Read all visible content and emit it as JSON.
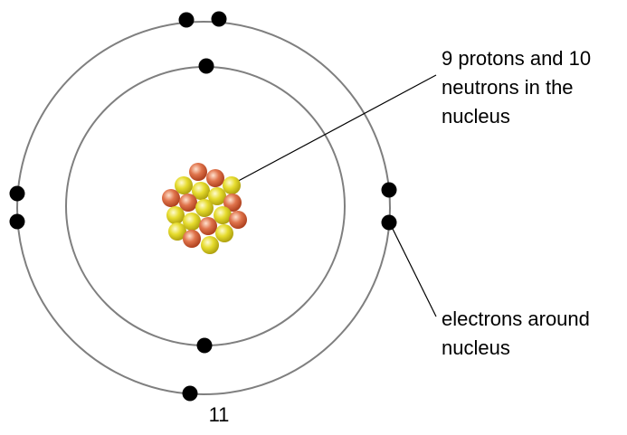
{
  "annotations": {
    "nucleus": [
      "9 protons and 10",
      "neutrons in the",
      "nucleus"
    ],
    "electrons": [
      "electrons around",
      "nucleus"
    ]
  },
  "page_number": "11",
  "atom": {
    "protons": 9,
    "neutrons": 10,
    "electron_shells": [
      2,
      7
    ]
  },
  "colors": {
    "orbit": "#7f7f7f",
    "electron": "#000000",
    "proton": "#e0744c",
    "neutron": "#e6dc2e",
    "pointer_line": "#000000"
  }
}
